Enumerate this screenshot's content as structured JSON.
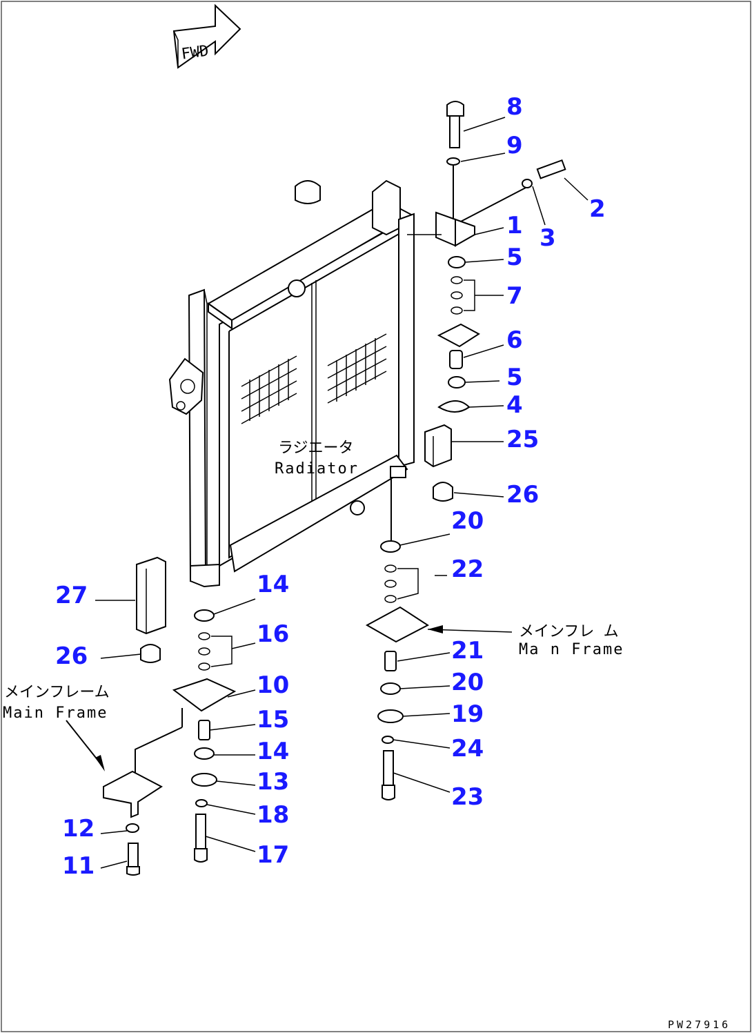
{
  "fwd_arrow": {
    "text": "FWD"
  },
  "radiator": {
    "jp": "ラジエータ",
    "en": "Radiator"
  },
  "main_frame_left": {
    "jp": "メインフレーム",
    "en": "Main Frame"
  },
  "main_frame_right": {
    "jp": "メインフレ ム",
    "en": "Ma n Frame"
  },
  "drawing_code": "PW27916",
  "part_labels": [
    "8",
    "9",
    "2",
    "1",
    "3",
    "5",
    "7",
    "6",
    "5",
    "4",
    "25",
    "26",
    "20",
    "22",
    "21",
    "20",
    "19",
    "24",
    "23",
    "27",
    "26",
    "14",
    "16",
    "10",
    "15",
    "14",
    "13",
    "18",
    "17",
    "12",
    "11"
  ],
  "label_color": "#1a1aff"
}
